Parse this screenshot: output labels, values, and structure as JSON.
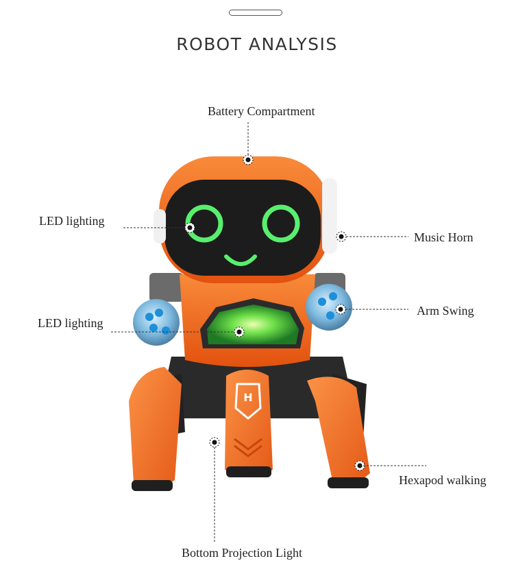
{
  "header": {
    "title": "ROBOT ANALYSIS"
  },
  "callouts": {
    "battery": "Battery Compartment",
    "led_eyes": "LED lighting",
    "music_horn": "Music Horn",
    "led_chest": "LED lighting",
    "arm_swing": "Arm Swing",
    "hexapod": "Hexapod walking",
    "projection": "Bottom Projection Light"
  },
  "colors": {
    "body_orange": "#f0651e",
    "leg_orange": "#f37a2c",
    "face_black": "#1c1c1c",
    "led_green": "#4be06a",
    "arm_blue": "#4aa9e0",
    "leader_line": "#333333"
  },
  "leg_badge": "H"
}
